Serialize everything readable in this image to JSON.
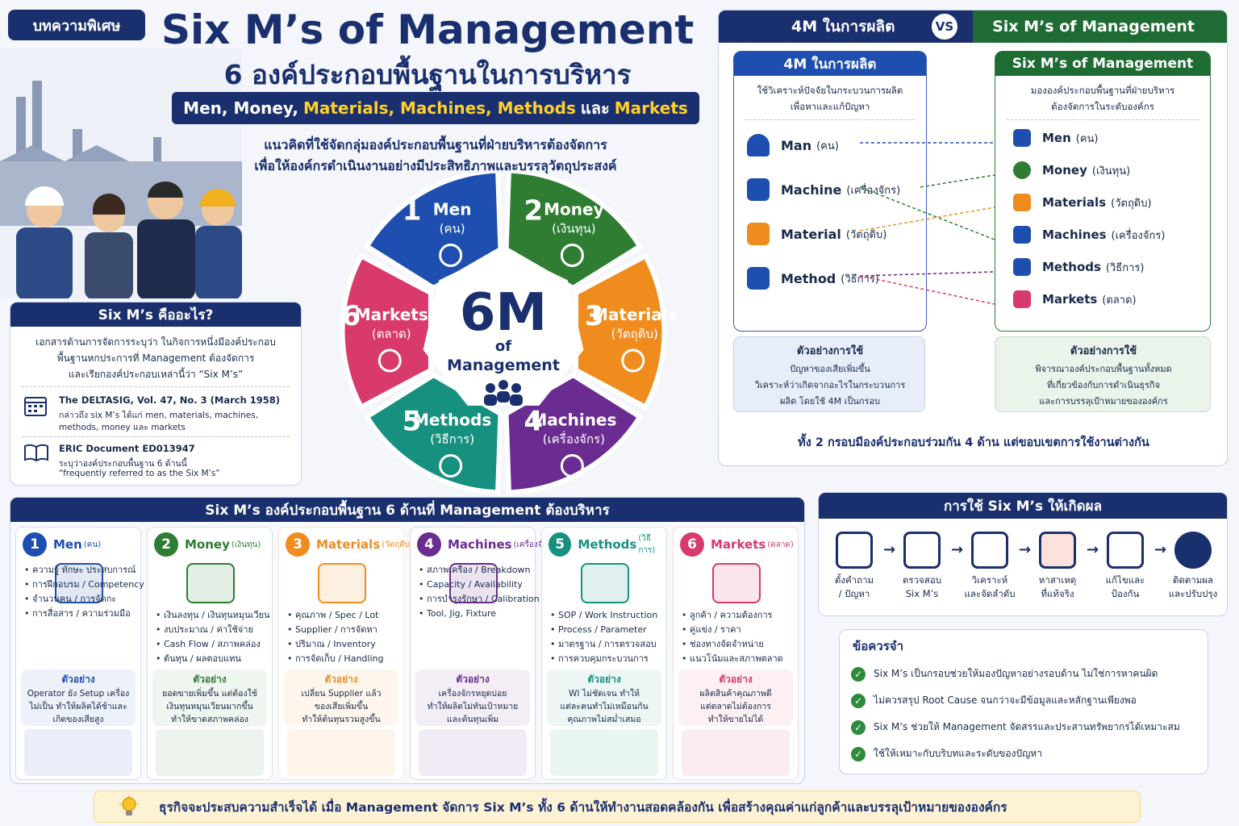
{
  "badge": "บทความพิเศษ",
  "title": "Six M’s of Management",
  "subtitle": "6 องค์ประกอบพื้นฐานในการบริหาร",
  "banner": {
    "p1": "Men, Money,",
    "p2": "Materials, Machines, Methods",
    "p3": "และ",
    "p4": "Markets"
  },
  "intro": {
    "line1": "แนวคิดที่ใช้จัดกลุ่มองค์ประกอบพื้นฐานที่ฝ่ายบริหารต้องจัดการ",
    "line2": "เพื่อให้องค์กรดำเนินงานอย่างมีประสิทธิภาพและบรรลุวัตถุประสงค์"
  },
  "wheel": {
    "center_big": "6M",
    "center_of": "of",
    "center_mgmt": "Management",
    "segments": [
      {
        "n": "1",
        "en": "Men",
        "th": "(คน)",
        "color": "#1e4fb0"
      },
      {
        "n": "2",
        "en": "Money",
        "th": "(เงินทุน)",
        "color": "#2e7d32"
      },
      {
        "n": "3",
        "en": "Materials",
        "th": "(วัตถุดิบ)",
        "color": "#f08c1e"
      },
      {
        "n": "4",
        "en": "Machines",
        "th": "(เครื่องจักร)",
        "color": "#6a2c91"
      },
      {
        "n": "5",
        "en": "Methods",
        "th": "(วิธีการ)",
        "color": "#17917f"
      },
      {
        "n": "6",
        "en": "Markets",
        "th": "(ตลาด)",
        "color": "#d83a6b"
      }
    ]
  },
  "what": {
    "title": "Six M’s คืออะไร?",
    "l1": "เอกสารด้านการจัดการระบุว่า ในกิจการหนึ่งมีองค์ประกอบ",
    "l2": "พื้นฐานหกประการที่ Management ต้องจัดการ",
    "l3": "และเรียกองค์ประกอบเหล่านี้ว่า “Six M’s”",
    "ref1": {
      "title": "The DELTASIG, Vol. 47, No. 3 (March 1958)",
      "l1": "กล่าวถึง six M’s ได้แก่ men, materials, machines,",
      "l2": "methods, money และ markets"
    },
    "ref2": {
      "title": "ERIC Document ED013947",
      "l1": "ระบุว่าองค์ประกอบพื้นฐาน 6 ด้านนี้",
      "l2": "“frequently referred to as the Six M’s”"
    }
  },
  "compare": {
    "header_left": "4M ในการผลิต",
    "vs": "VS",
    "header_right": "Six M’s of Management",
    "left": {
      "title": "4M ในการผลิต",
      "d1": "ใช้วิเคราะห์ปัจจัยในกระบวนการผลิต",
      "d2": "เพื่อหาและแก้ปัญหา",
      "items": [
        {
          "en": "Man",
          "th": "(คน)"
        },
        {
          "en": "Machine",
          "th": "(เครื่องจักร)"
        },
        {
          "en": "Material",
          "th": "(วัตถุดิบ)"
        },
        {
          "en": "Method",
          "th": "(วิธีการ)"
        }
      ],
      "ex_title": "ตัวอย่างการใช้",
      "ex1": "ปัญหาของเสียเพิ่มขึ้น",
      "ex2": "วิเคราะห์ว่าเกิดจากอะไรในกระบวนการ",
      "ex3": "ผลิต โดยใช้ 4M เป็นกรอบ"
    },
    "right": {
      "title": "Six M’s of Management",
      "d1": "มององค์ประกอบพื้นฐานที่ฝ่ายบริหาร",
      "d2": "ต้องจัดการในระดับองค์กร",
      "items": [
        {
          "en": "Men",
          "th": "(คน)"
        },
        {
          "en": "Money",
          "th": "(เงินทุน)"
        },
        {
          "en": "Materials",
          "th": "(วัตถุดิบ)"
        },
        {
          "en": "Machines",
          "th": "(เครื่องจักร)"
        },
        {
          "en": "Methods",
          "th": "(วิธีการ)"
        },
        {
          "en": "Markets",
          "th": "(ตลาด)"
        }
      ],
      "ex_title": "ตัวอย่างการใช้",
      "ex1": "พิจารณาองค์ประกอบพื้นฐานทั้งหมด",
      "ex2": "ที่เกี่ยวข้องกับการดำเนินธุรกิจ",
      "ex3": "และการบรรลุเป้าหมายขององค์กร"
    },
    "summary": "ทั้ง 2 กรอบมีองค์ประกอบร่วมกัน 4 ด้าน แต่ขอบเขตการใช้งานต่างกัน"
  },
  "six": {
    "title": "Six M’s องค์ประกอบพื้นฐาน 6 ด้านที่ Management ต้องบริหาร",
    "example_label": "ตัวอย่าง",
    "cols": [
      {
        "n": "1",
        "en": "Men",
        "th": "(คน)",
        "color": "#1e4fb0",
        "bullets": [
          "ความรู้ ทักษะ ประสบการณ์",
          "การฝึกอบรม / Competency",
          "จำนวนคน / การจัดกะ",
          "การสื่อสาร / ความร่วมมือ"
        ],
        "ex": [
          "Operator ยัง Setup เครื่อง",
          "ไม่เป็น ทำให้ผลิตได้ช้าและ",
          "เกิดของเสียสูง"
        ]
      },
      {
        "n": "2",
        "en": "Money",
        "th": "(เงินทุน)",
        "color": "#2e7d32",
        "bullets": [
          "เงินลงทุน / เงินทุนหมุนเวียน",
          "งบประมาณ / ค่าใช้จ่าย",
          "Cash Flow / สภาพคล่อง",
          "ต้นทุน / ผลตอบแทน"
        ],
        "ex": [
          "ยอดขายเพิ่มขึ้น แต่ต้องใช้",
          "เงินทุนหมุนเวียนมากขึ้น",
          "ทำให้ขาดสภาพคล่อง"
        ]
      },
      {
        "n": "3",
        "en": "Materials",
        "th": "(วัตถุดิบ)",
        "color": "#f08c1e",
        "bullets": [
          "คุณภาพ / Spec / Lot",
          "Supplier / การจัดหา",
          "ปริมาณ / Inventory",
          "การจัดเก็บ / Handling"
        ],
        "ex": [
          "เปลี่ยน Supplier แล้ว",
          "ของเสียเพิ่มขึ้น",
          "ทำให้ต้นทุนรวมสูงขึ้น"
        ]
      },
      {
        "n": "4",
        "en": "Machines",
        "th": "(เครื่องจักร)",
        "color": "#6a2c91",
        "bullets": [
          "สภาพเครื่อง / Breakdown",
          "Capacity / Availability",
          "การบำรุงรักษา / Calibration",
          "Tool, Jig, Fixture"
        ],
        "ex": [
          "เครื่องจักรหยุดบ่อย",
          "ทำให้ผลิตไม่ทันเป้าหมาย",
          "และต้นทุนเพิ่ม"
        ]
      },
      {
        "n": "5",
        "en": "Methods",
        "th": "(วิธีการ)",
        "color": "#17917f",
        "bullets": [
          "SOP / Work Instruction",
          "Process / Parameter",
          "มาตรฐาน / การตรวจสอบ",
          "การควบคุมกระบวนการ"
        ],
        "ex": [
          "WI ไม่ชัดเจน ทำให้",
          "แต่ละคนทำไม่เหมือนกัน",
          "คุณภาพไม่สม่ำเสมอ"
        ]
      },
      {
        "n": "6",
        "en": "Markets",
        "th": "(ตลาด)",
        "color": "#d83a6b",
        "bullets": [
          "ลูกค้า / ความต้องการ",
          "คู่แข่ง / ราคา",
          "ช่องทางจัดจำหน่าย",
          "แนวโน้มและสภาพตลาด"
        ],
        "ex": [
          "ผลิตสินค้าคุณภาพดี",
          "แต่ตลาดไม่ต้องการ",
          "ทำให้ขายไม่ได้"
        ]
      }
    ]
  },
  "use": {
    "title": "การใช้ Six M’s ให้เกิดผล",
    "steps": [
      {
        "l1": "ตั้งคำถาม",
        "l2": "/ ปัญหา"
      },
      {
        "l1": "ตรวจสอบ",
        "l2": "Six M’s"
      },
      {
        "l1": "วิเคราะห์",
        "l2": "และจัดลำดับ"
      },
      {
        "l1": "หาสาเหตุ",
        "l2": "ที่แท้จริง"
      },
      {
        "l1": "แก้ไขและ",
        "l2": "ป้องกัน"
      },
      {
        "l1": "ติดตามผล",
        "l2": "และปรับปรุง"
      }
    ]
  },
  "remember": {
    "title": "ข้อควรจำ",
    "items": [
      "Six M’s เป็นกรอบช่วยให้มองปัญหาอย่างรอบด้าน ไม่ใช่การหาคนผิด",
      "ไม่ควรสรุป Root Cause จนกว่าจะมีข้อมูลและหลักฐานเพียงพอ",
      "Six M’s ช่วยให้ Management จัดสรรและประสานทรัพยากรได้เหมาะสม",
      "ใช้ให้เหมาะกับบริบทและระดับของปัญหา"
    ]
  },
  "footer": "ธุรกิจจะประสบความสำเร็จได้  เมื่อ Management จัดการ  Six M’s ทั้ง 6 ด้านให้ทำงานสอดคล้องกัน เพื่อสร้างคุณค่าแก่ลูกค้าและบรรลุเป้าหมายขององค์กร"
}
